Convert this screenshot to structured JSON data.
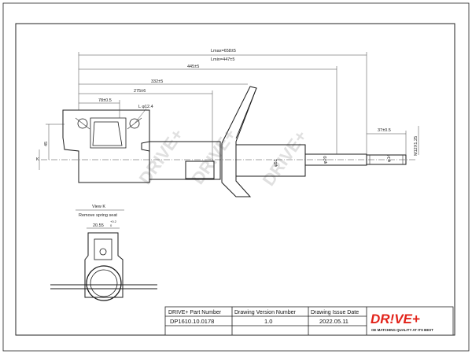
{
  "dimensions": {
    "lmax": "Lmax=658±5",
    "lmin": "Lmin=447±5",
    "d445": "445±5",
    "d332": "332±5",
    "d275": "275±6",
    "d78": "78±0.5",
    "l12": "L φ12.4",
    "d45": "45",
    "d37": "37±0.5",
    "m12": "M12X1.25",
    "phi51": "φ51",
    "phi20": "φ20",
    "phi14": "φ14",
    "k_label": "K",
    "d2055": "20.55",
    "tol_top": "+0.2",
    "tol_bot": "0"
  },
  "view": {
    "title": "View K",
    "subtitle": "Remove spring seat"
  },
  "title_block": {
    "part_number_label": "DRIVE+ Part Number",
    "part_number": "DP1610.10.0178",
    "version_label": "Drawing Version  Number",
    "version": "1.0",
    "issue_date_label": "Drawing Issue Date",
    "issue_date": "2022.05.11"
  },
  "brand": {
    "logo": "DR!VE+",
    "tagline": "OE MATCHING QUALITY AT ITS BEST",
    "watermark": "DRIVE+",
    "red": "#e2231a",
    "dark": "#1c1c1c"
  }
}
